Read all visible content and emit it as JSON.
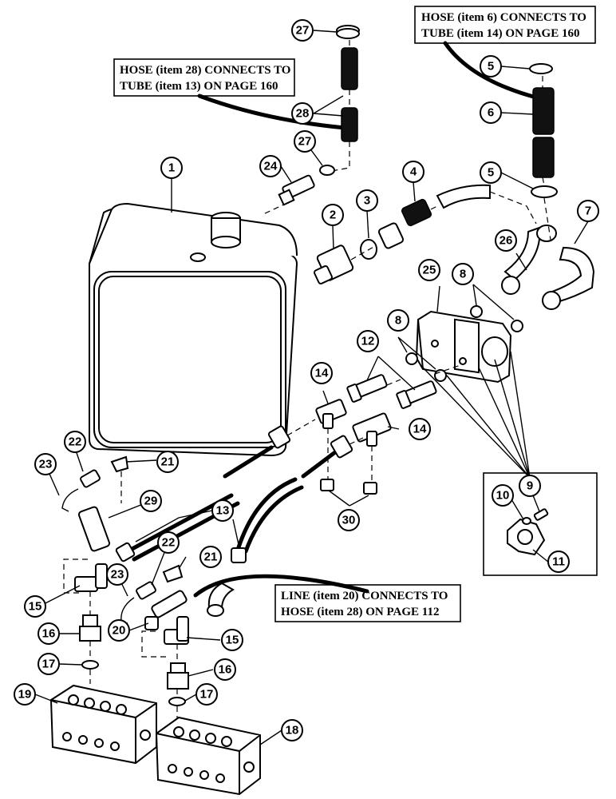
{
  "notes": {
    "hose6": [
      "HOSE (item 6) CONNECTS TO",
      "TUBE (item 14) ON PAGE 160"
    ],
    "hose28": [
      "HOSE (item 28) CONNECTS TO",
      "TUBE (item 13) ON PAGE 160"
    ],
    "line20": [
      "LINE (item 20) CONNECTS TO",
      "HOSE (item 28) ON PAGE 112"
    ]
  },
  "callouts": {
    "c1": "1",
    "c2": "2",
    "c3": "3",
    "c4": "4",
    "c5a": "5",
    "c5b": "5",
    "c6": "6",
    "c7": "7",
    "c8a": "8",
    "c8b": "8",
    "c9": "9",
    "c10": "10",
    "c11": "11",
    "c12": "12",
    "c13": "13",
    "c14a": "14",
    "c14b": "14",
    "c15a": "15",
    "c15b": "15",
    "c16a": "16",
    "c16b": "16",
    "c17a": "17",
    "c17b": "17",
    "c18": "18",
    "c19": "19",
    "c20": "20",
    "c21a": "21",
    "c21b": "21",
    "c22a": "22",
    "c22b": "22",
    "c23a": "23",
    "c23b": "23",
    "c24": "24",
    "c25": "25",
    "c26": "26",
    "c27a": "27",
    "c27b": "27",
    "c28": "28",
    "c29": "29",
    "c30": "30"
  }
}
